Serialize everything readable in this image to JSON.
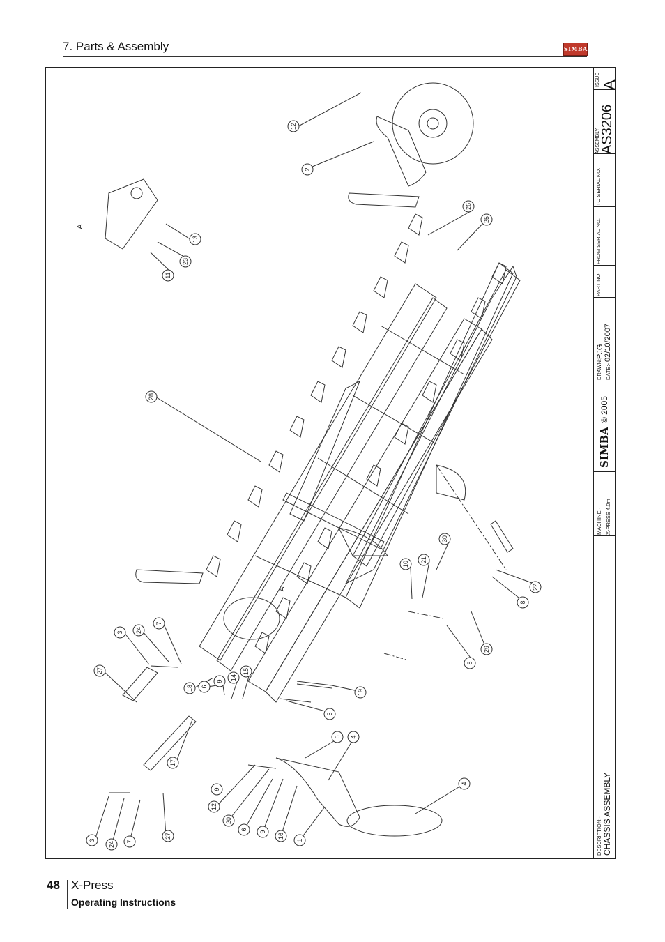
{
  "header": {
    "section_title": "7. Parts & Assembly",
    "logo_text": "SIMBA"
  },
  "title_block": {
    "issue_label": "ISSUE",
    "issue_value": "A",
    "assembly_label": "ASSEMBLY",
    "assembly_value": "AS3206",
    "to_serial_label": "TO SERIAL NO.",
    "from_serial_label": "FROM SERIAL NO.",
    "part_no_label": "PART NO.",
    "drawn_label": "DRAWN:-",
    "drawn_value": "PJG",
    "date_label": "DATE:-",
    "date_value": "02/10/2007",
    "copyright": "© 2005",
    "logo_text": "SIMBA",
    "machine_label": "MACHINE:-",
    "machine_value": "X-PRESS 4.0m",
    "description_label": "DESCRIPTION:-",
    "description_value": "CHASSIS ASSEMBLY"
  },
  "drawing": {
    "view_labels": [
      "A",
      "A"
    ],
    "part_callouts": [
      "12",
      "2",
      "26",
      "25",
      "13",
      "23",
      "11",
      "28",
      "30",
      "21",
      "10",
      "22",
      "8",
      "29",
      "8",
      "19",
      "5",
      "3",
      "24",
      "7",
      "27",
      "18",
      "6",
      "9",
      "14",
      "15",
      "17",
      "6",
      "4",
      "4",
      "12",
      "20",
      "6",
      "9",
      "16",
      "1",
      "27",
      "3",
      "24",
      "7",
      "9"
    ]
  },
  "footer": {
    "page_number": "48",
    "model": "X-Press",
    "subtitle": "Operating Instructions"
  }
}
